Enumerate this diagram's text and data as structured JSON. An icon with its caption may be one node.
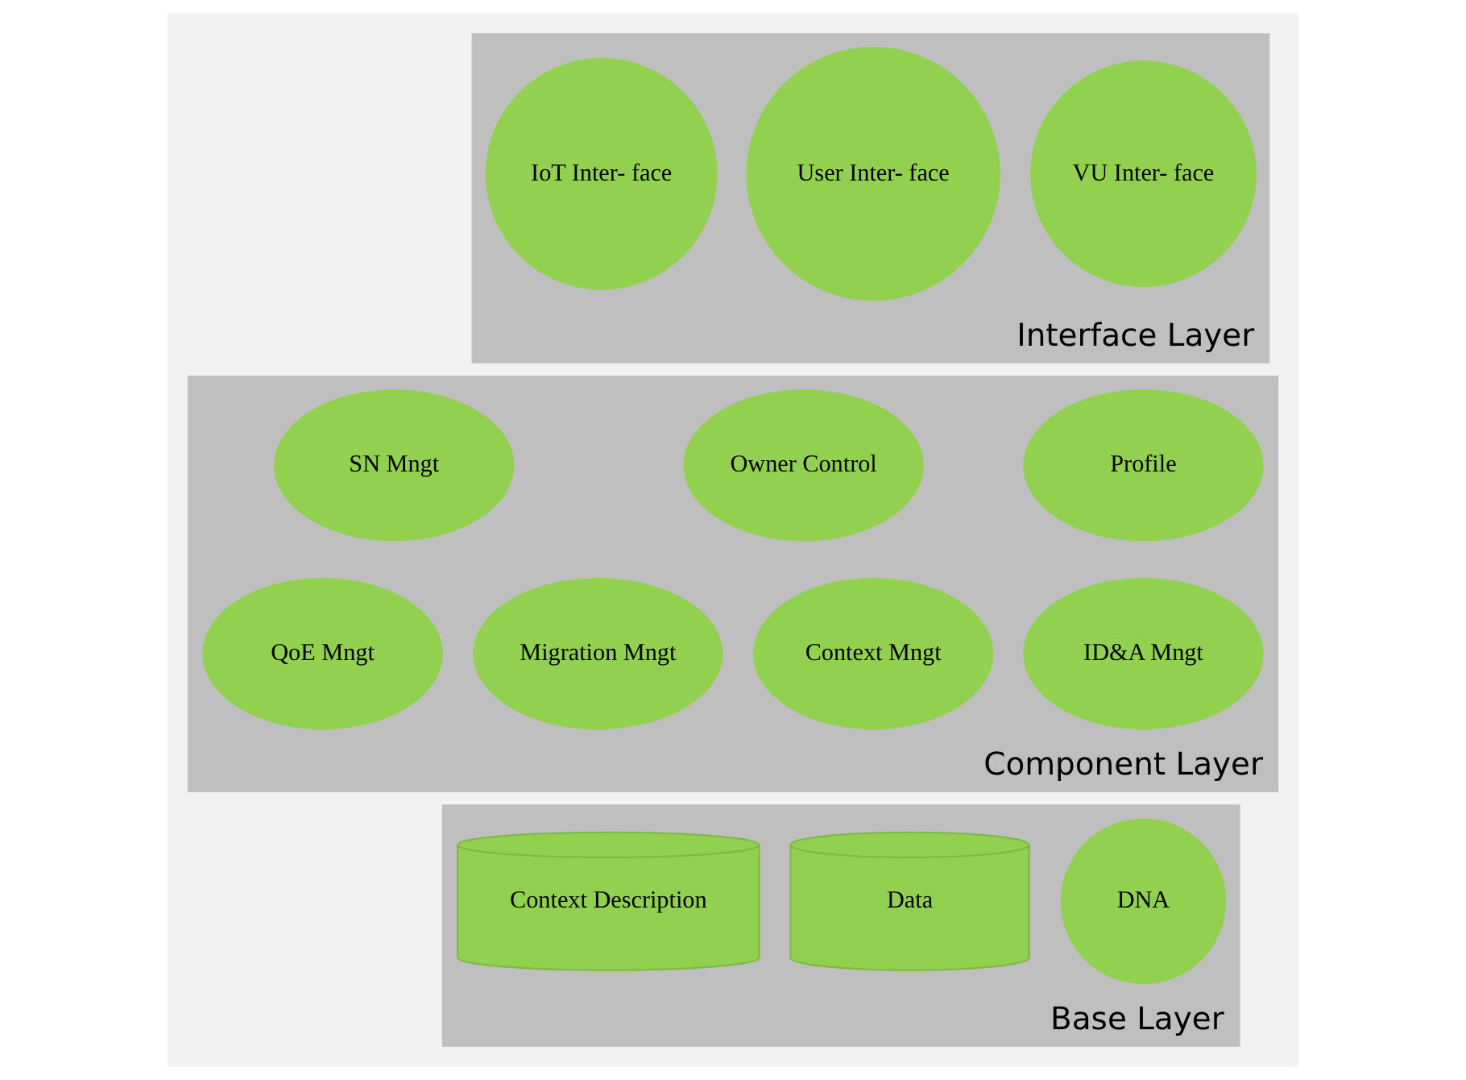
{
  "diagram": {
    "nodes": [
      {
        "text": [
          "Interface Layer"
        ]
      },
      {
        "text": [
          "VU Inter- face"
        ],
        "in": 0
      },
      {
        "text": [
          "User Inter- face"
        ],
        "in": 0
      },
      {
        "text": [
          "IoT Inter- face"
        ],
        "in": 0
      },
      {
        "text": [
          "Component Layer"
        ]
      },
      {
        "text": [
          "Profile"
        ],
        "in": 4
      },
      {
        "text": [
          "Owner Control"
        ],
        "in": 4
      },
      {
        "text": [
          "SN Mngt"
        ],
        "in": 4
      },
      {
        "text": [
          "ID&A Mngt"
        ],
        "in": 4
      },
      {
        "text": [
          "Context Mngt"
        ],
        "in": 4
      },
      {
        "text": [
          "Migration Mngt"
        ],
        "in": 4
      },
      {
        "text": [
          "QoE Mngt"
        ],
        "in": 4
      },
      {
        "text": [
          "Base Layer"
        ]
      },
      {
        "text": [
          "DNA"
        ],
        "in": 12
      },
      {
        "text": [
          "Data"
        ],
        "in": 12
      },
      {
        "text": [
          "Context Description"
        ],
        "in": 12
      }
    ]
  }
}
